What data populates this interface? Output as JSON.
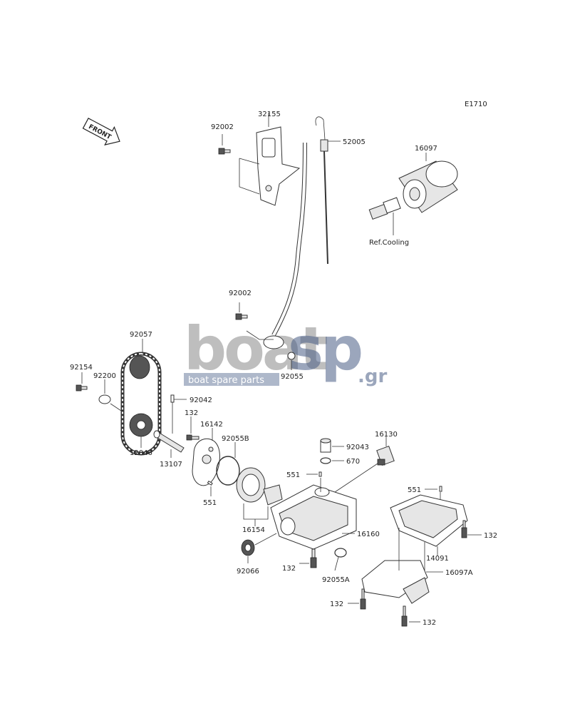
{
  "diagram_code": "E1710",
  "front_label": "FRONT",
  "ref_label": "Ref.Cooling",
  "watermark": {
    "brand_a": "boat",
    "brand_b": "sp",
    "suffix": ".gr",
    "tagline": "boat spare parts"
  },
  "parts": {
    "p32155": "32155",
    "p92002a": "92002",
    "p52005": "52005",
    "p16097": "16097",
    "p92002b": "92002",
    "p92055": "92055",
    "p92057": "92057",
    "p92154": "92154",
    "p92200": "92200",
    "p92042": "92042",
    "p132a": "132",
    "p16142": "16142",
    "p92055B": "92055B",
    "p12046": "12046",
    "p13107": "13107",
    "p551a": "551",
    "p16154": "16154",
    "p92066": "92066",
    "p92043": "92043",
    "p16130": "16130",
    "p551b": "551",
    "p670": "670",
    "p16160": "16160",
    "p132b": "132",
    "p92055A": "92055A",
    "p551c": "551",
    "p132c": "132",
    "p14091": "14091",
    "p16097A": "16097A",
    "p132d": "132",
    "p132e": "132"
  }
}
